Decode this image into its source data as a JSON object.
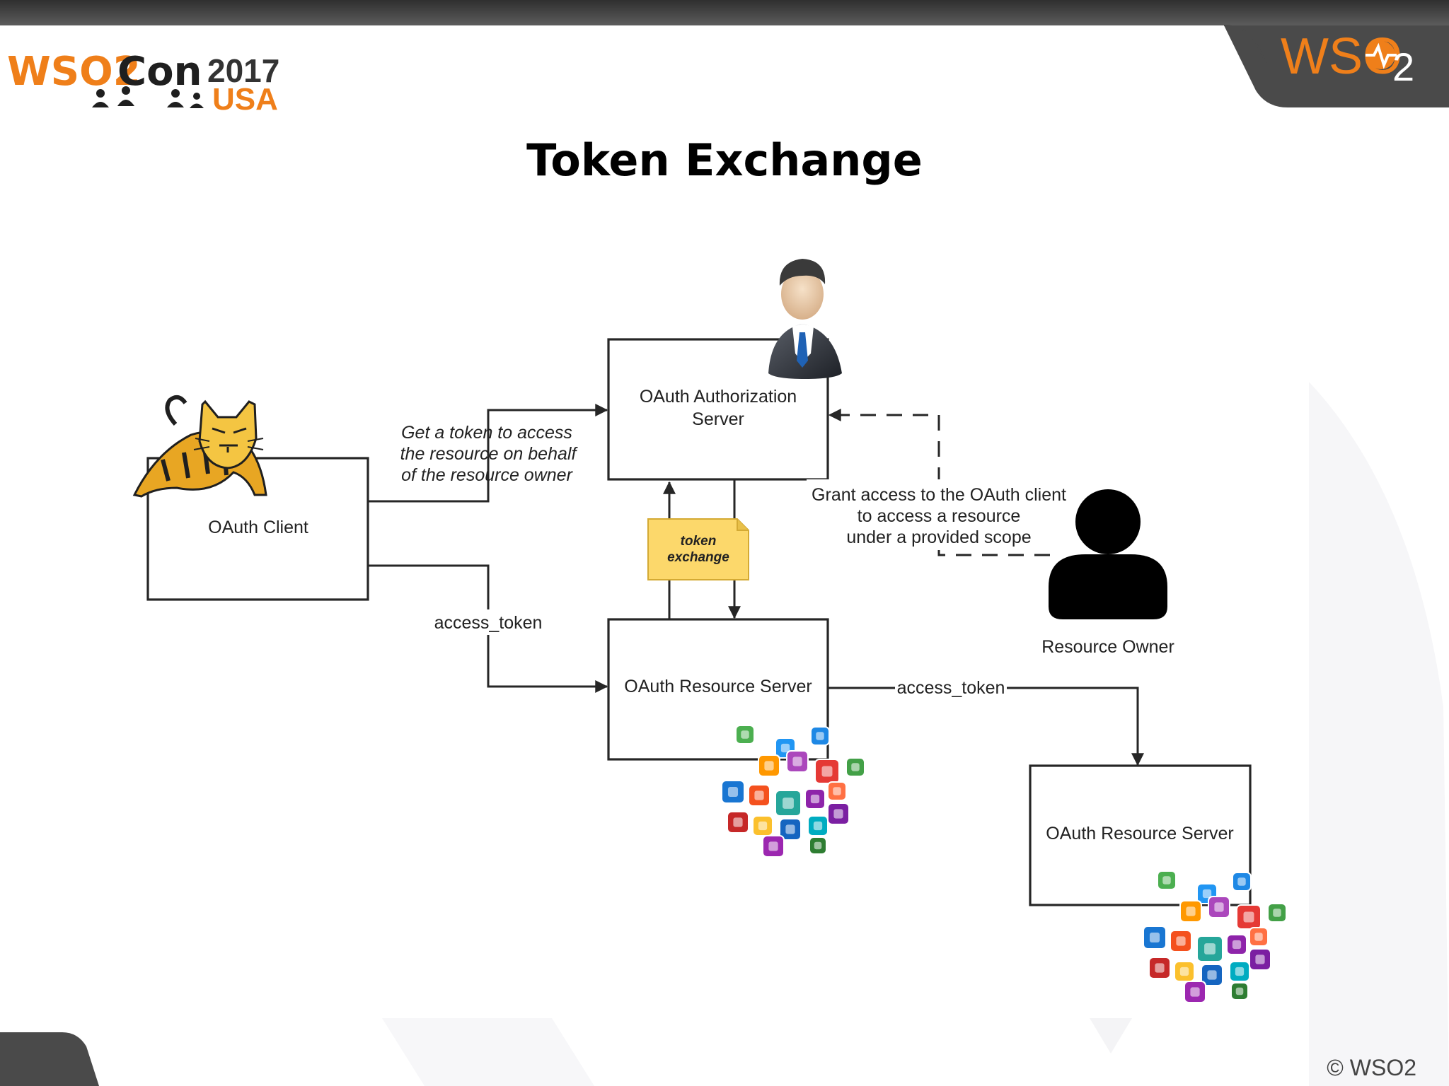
{
  "slide": {
    "title": "Token Exchange",
    "footer": "© WSO2"
  },
  "logos": {
    "conference": {
      "name_part1": "WSO2",
      "name_part2": "Con",
      "year": "2017",
      "location": "USA"
    },
    "company": {
      "text": "WSO",
      "subscript": "2"
    }
  },
  "diagram": {
    "nodes": {
      "client": {
        "label": "OAuth Client"
      },
      "auth_server": {
        "label_lines": [
          "OAuth Authorization",
          "Server"
        ]
      },
      "resource_server_1": {
        "label": "OAuth Resource Server"
      },
      "resource_server_2": {
        "label": "OAuth Resource Server"
      },
      "resource_owner": {
        "label": "Resource Owner"
      },
      "token_exchange_note": {
        "label_lines": [
          "token",
          "exchange"
        ]
      }
    },
    "edges": {
      "get_token": {
        "label_lines": [
          "Get a token to access",
          "the resource on behalf",
          "of the resource owner"
        ]
      },
      "client_access_token": {
        "label": "access_token"
      },
      "grant_access": {
        "label_lines": [
          "Grant access to the OAuth client",
          "to access a resource",
          "under a provided scope"
        ]
      },
      "rs_access_token": {
        "label": "access_token"
      }
    }
  },
  "colors": {
    "wso2_orange": "#ef7f1a",
    "top_bar": "#4a4a4a",
    "note_fill": "#fcd86b"
  },
  "icons": {
    "client": "tomcat-cat-icon",
    "auth_server": "businessman-icon",
    "resource_owner": "person-silhouette-icon",
    "resources": "app-icons-cluster"
  }
}
